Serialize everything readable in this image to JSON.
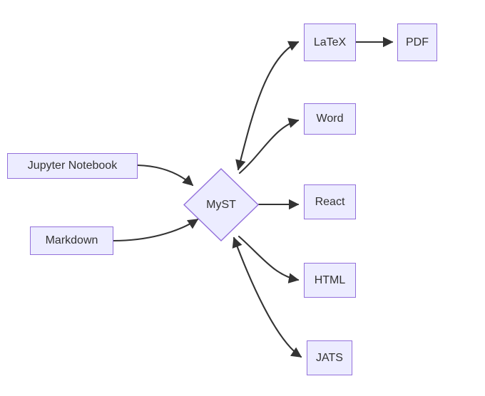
{
  "diagram": {
    "title": "MyST conversion flow",
    "type": "flowchart",
    "background": "#ffffff",
    "node_fill": "#ECECFF",
    "node_stroke": "#9370DB",
    "node_text_color": "#333333",
    "edge_color": "#333333"
  },
  "nodes": {
    "jupyter": {
      "label": "Jupyter Notebook",
      "shape": "rect"
    },
    "markdown": {
      "label": "Markdown",
      "shape": "rect"
    },
    "myst": {
      "label": "MyST",
      "shape": "diamond"
    },
    "latex": {
      "label": "LaTeX",
      "shape": "rect"
    },
    "pdf": {
      "label": "PDF",
      "shape": "rect"
    },
    "word": {
      "label": "Word",
      "shape": "rect"
    },
    "react": {
      "label": "React",
      "shape": "rect"
    },
    "html": {
      "label": "HTML",
      "shape": "rect"
    },
    "jats": {
      "label": "JATS",
      "shape": "rect"
    }
  },
  "edges": [
    {
      "from": "jupyter",
      "to": "myst",
      "arrow_start": false,
      "arrow_end": true
    },
    {
      "from": "markdown",
      "to": "myst",
      "arrow_start": false,
      "arrow_end": true
    },
    {
      "from": "myst",
      "to": "latex",
      "arrow_start": true,
      "arrow_end": true
    },
    {
      "from": "latex",
      "to": "pdf",
      "arrow_start": false,
      "arrow_end": true
    },
    {
      "from": "myst",
      "to": "word",
      "arrow_start": false,
      "arrow_end": true
    },
    {
      "from": "myst",
      "to": "react",
      "arrow_start": false,
      "arrow_end": true
    },
    {
      "from": "myst",
      "to": "html",
      "arrow_start": false,
      "arrow_end": true
    },
    {
      "from": "myst",
      "to": "jats",
      "arrow_start": true,
      "arrow_end": true
    }
  ]
}
